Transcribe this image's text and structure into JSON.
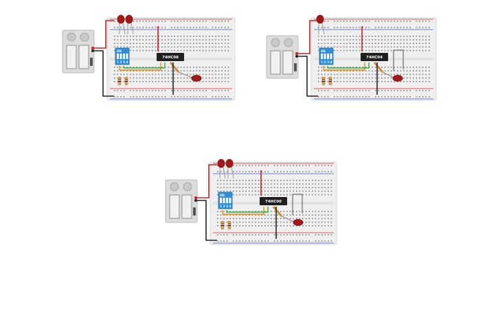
{
  "circuits": [
    {
      "id": "top-left",
      "chip_label": "74HC08",
      "dip_on": "ON",
      "dip_numbers": [
        "1",
        "2",
        "3",
        "4"
      ],
      "led_count": 2,
      "has_jumper_loop": false
    },
    {
      "id": "top-right",
      "chip_label": "74HC04",
      "dip_on": "ON",
      "dip_numbers": [
        "1",
        "2",
        "3",
        "4"
      ],
      "led_count": 1,
      "has_jumper_loop": true
    },
    {
      "id": "bottom",
      "chip_label": "74HC00",
      "dip_on": "ON",
      "dip_numbers": [
        "1",
        "2",
        "3",
        "4"
      ],
      "led_count": 2,
      "has_jumper_loop": true
    }
  ],
  "colors": {
    "breadboard": "#efefef",
    "breadboard_border": "#d6d6d6",
    "rail_red": "#d9262a",
    "rail_blue": "#3b5cc6",
    "chip": "#1f1f1f",
    "dip_switch": "#2f8fd9",
    "led": "#a51818",
    "wire_black": "#222222",
    "wire_red": "#cc1f1f",
    "wire_orange": "#f08a12",
    "wire_green": "#39a83a",
    "wire_gray": "#8a8a8a"
  }
}
